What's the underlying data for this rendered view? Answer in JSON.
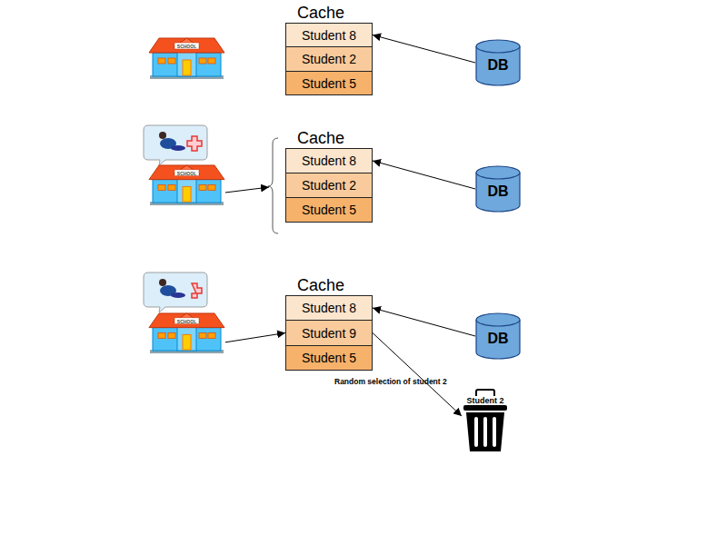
{
  "diagram": {
    "nodes": [
      {
        "text": [
          "SCHOOL"
        ]
      },
      {
        "text": [
          "Cache"
        ]
      },
      {
        "text": [
          "Student 8"
        ],
        "in": 1
      },
      {
        "text": [
          "Student 2"
        ],
        "in": 1
      },
      {
        "text": [
          "Student 5"
        ],
        "in": 1
      },
      {
        "text": [
          "DB"
        ]
      },
      {
        "text": [
          "SCHOOL"
        ]
      },
      {
        "text": [
          "Cache"
        ]
      },
      {
        "text": [
          "Student 8"
        ],
        "in": 7
      },
      {
        "text": [
          "Student 2"
        ],
        "in": 7
      },
      {
        "text": [
          "Student 5"
        ],
        "in": 7
      },
      {
        "text": [
          "DB"
        ]
      },
      {
        "text": [
          "SCHOOL"
        ]
      },
      {
        "text": [
          "Cache"
        ]
      },
      {
        "text": [
          "Student 8"
        ],
        "in": 13
      },
      {
        "text": [
          "Student 9"
        ],
        "in": 13
      },
      {
        "text": [
          "Student 5"
        ],
        "in": 13
      },
      {
        "text": [
          "DB"
        ]
      },
      {
        "text": [
          "Student 2"
        ]
      }
    ],
    "edges": [
      {
        "from": 5,
        "to": 2,
        "arrow": "to"
      },
      {
        "from": 11,
        "to": 8,
        "arrow": "to"
      },
      {
        "from": 6,
        "to": 7,
        "arrow": "to"
      },
      {
        "from": 17,
        "to": 14,
        "arrow": "to"
      },
      {
        "from": 12,
        "to": 15,
        "arrow": "to"
      },
      {
        "from": 15,
        "to": 18,
        "arrow": "to",
        "label": "Random selection of student 2"
      }
    ]
  }
}
